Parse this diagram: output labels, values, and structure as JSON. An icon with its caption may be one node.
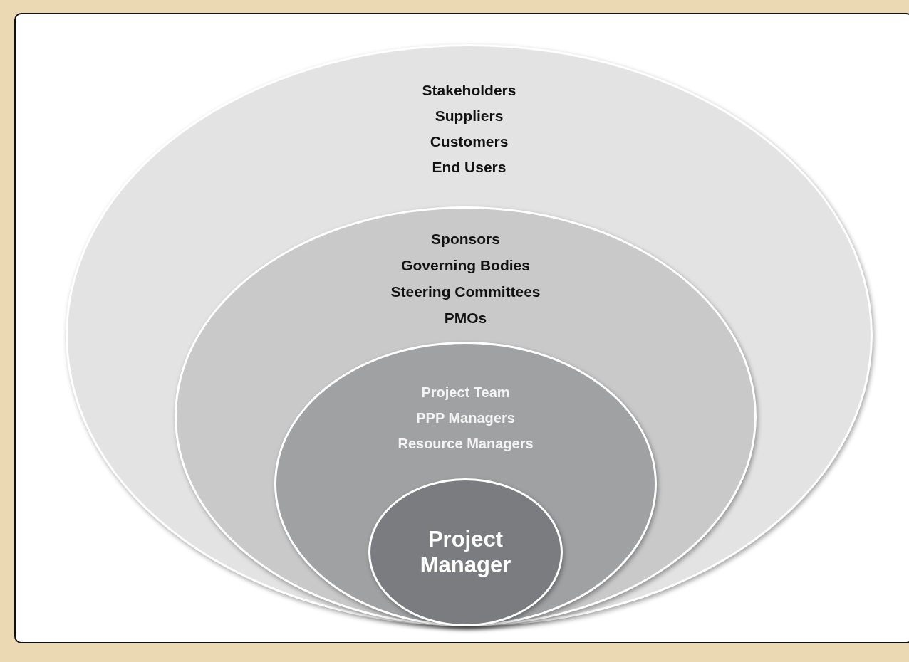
{
  "diagram": {
    "nodes": [
      {
        "text": [
          "Stakeholders",
          "Suppliers",
          "Customers",
          "End Users"
        ]
      },
      {
        "text": [
          "Sponsors",
          "Governing Bodies",
          "Steering Committees",
          "PMOs"
        ],
        "in": 0
      },
      {
        "text": [
          "Project Team",
          "PPP Managers",
          "Resource Managers"
        ],
        "in": 1
      },
      {
        "text": [
          "Project Manager"
        ],
        "in": 2
      }
    ]
  }
}
